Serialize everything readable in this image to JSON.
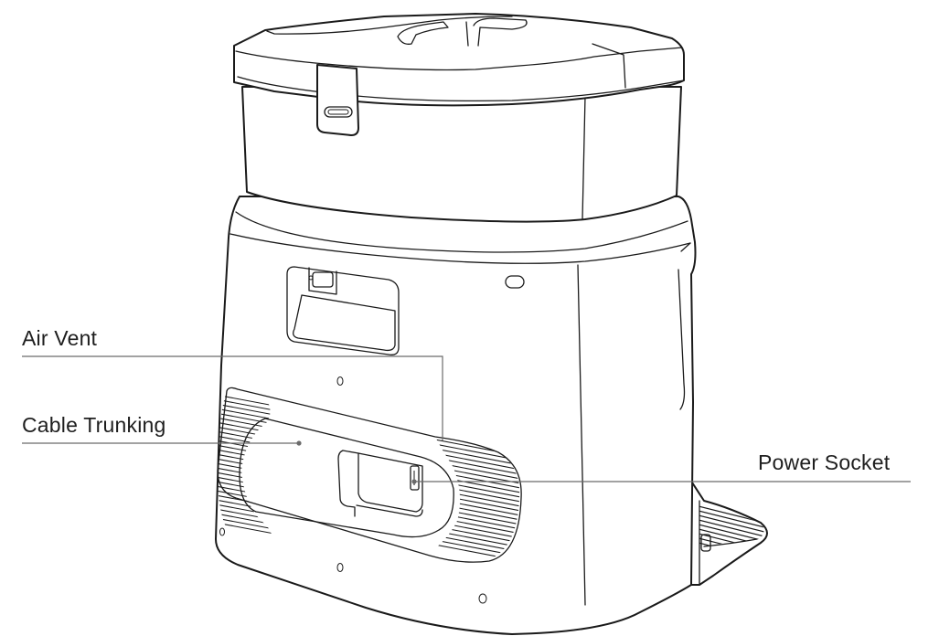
{
  "figure": {
    "subject": "Robot vacuum self-emptying base station (rear view line drawing)",
    "line_color": "#1a1a1a",
    "leader_color": "#6b6b6b",
    "background": "#ffffff"
  },
  "callouts": [
    {
      "id": "air-vent",
      "label": "Air Vent",
      "side": "left"
    },
    {
      "id": "cable-trunking",
      "label": "Cable Trunking",
      "side": "left"
    },
    {
      "id": "power-socket",
      "label": "Power Socket",
      "side": "right"
    }
  ]
}
